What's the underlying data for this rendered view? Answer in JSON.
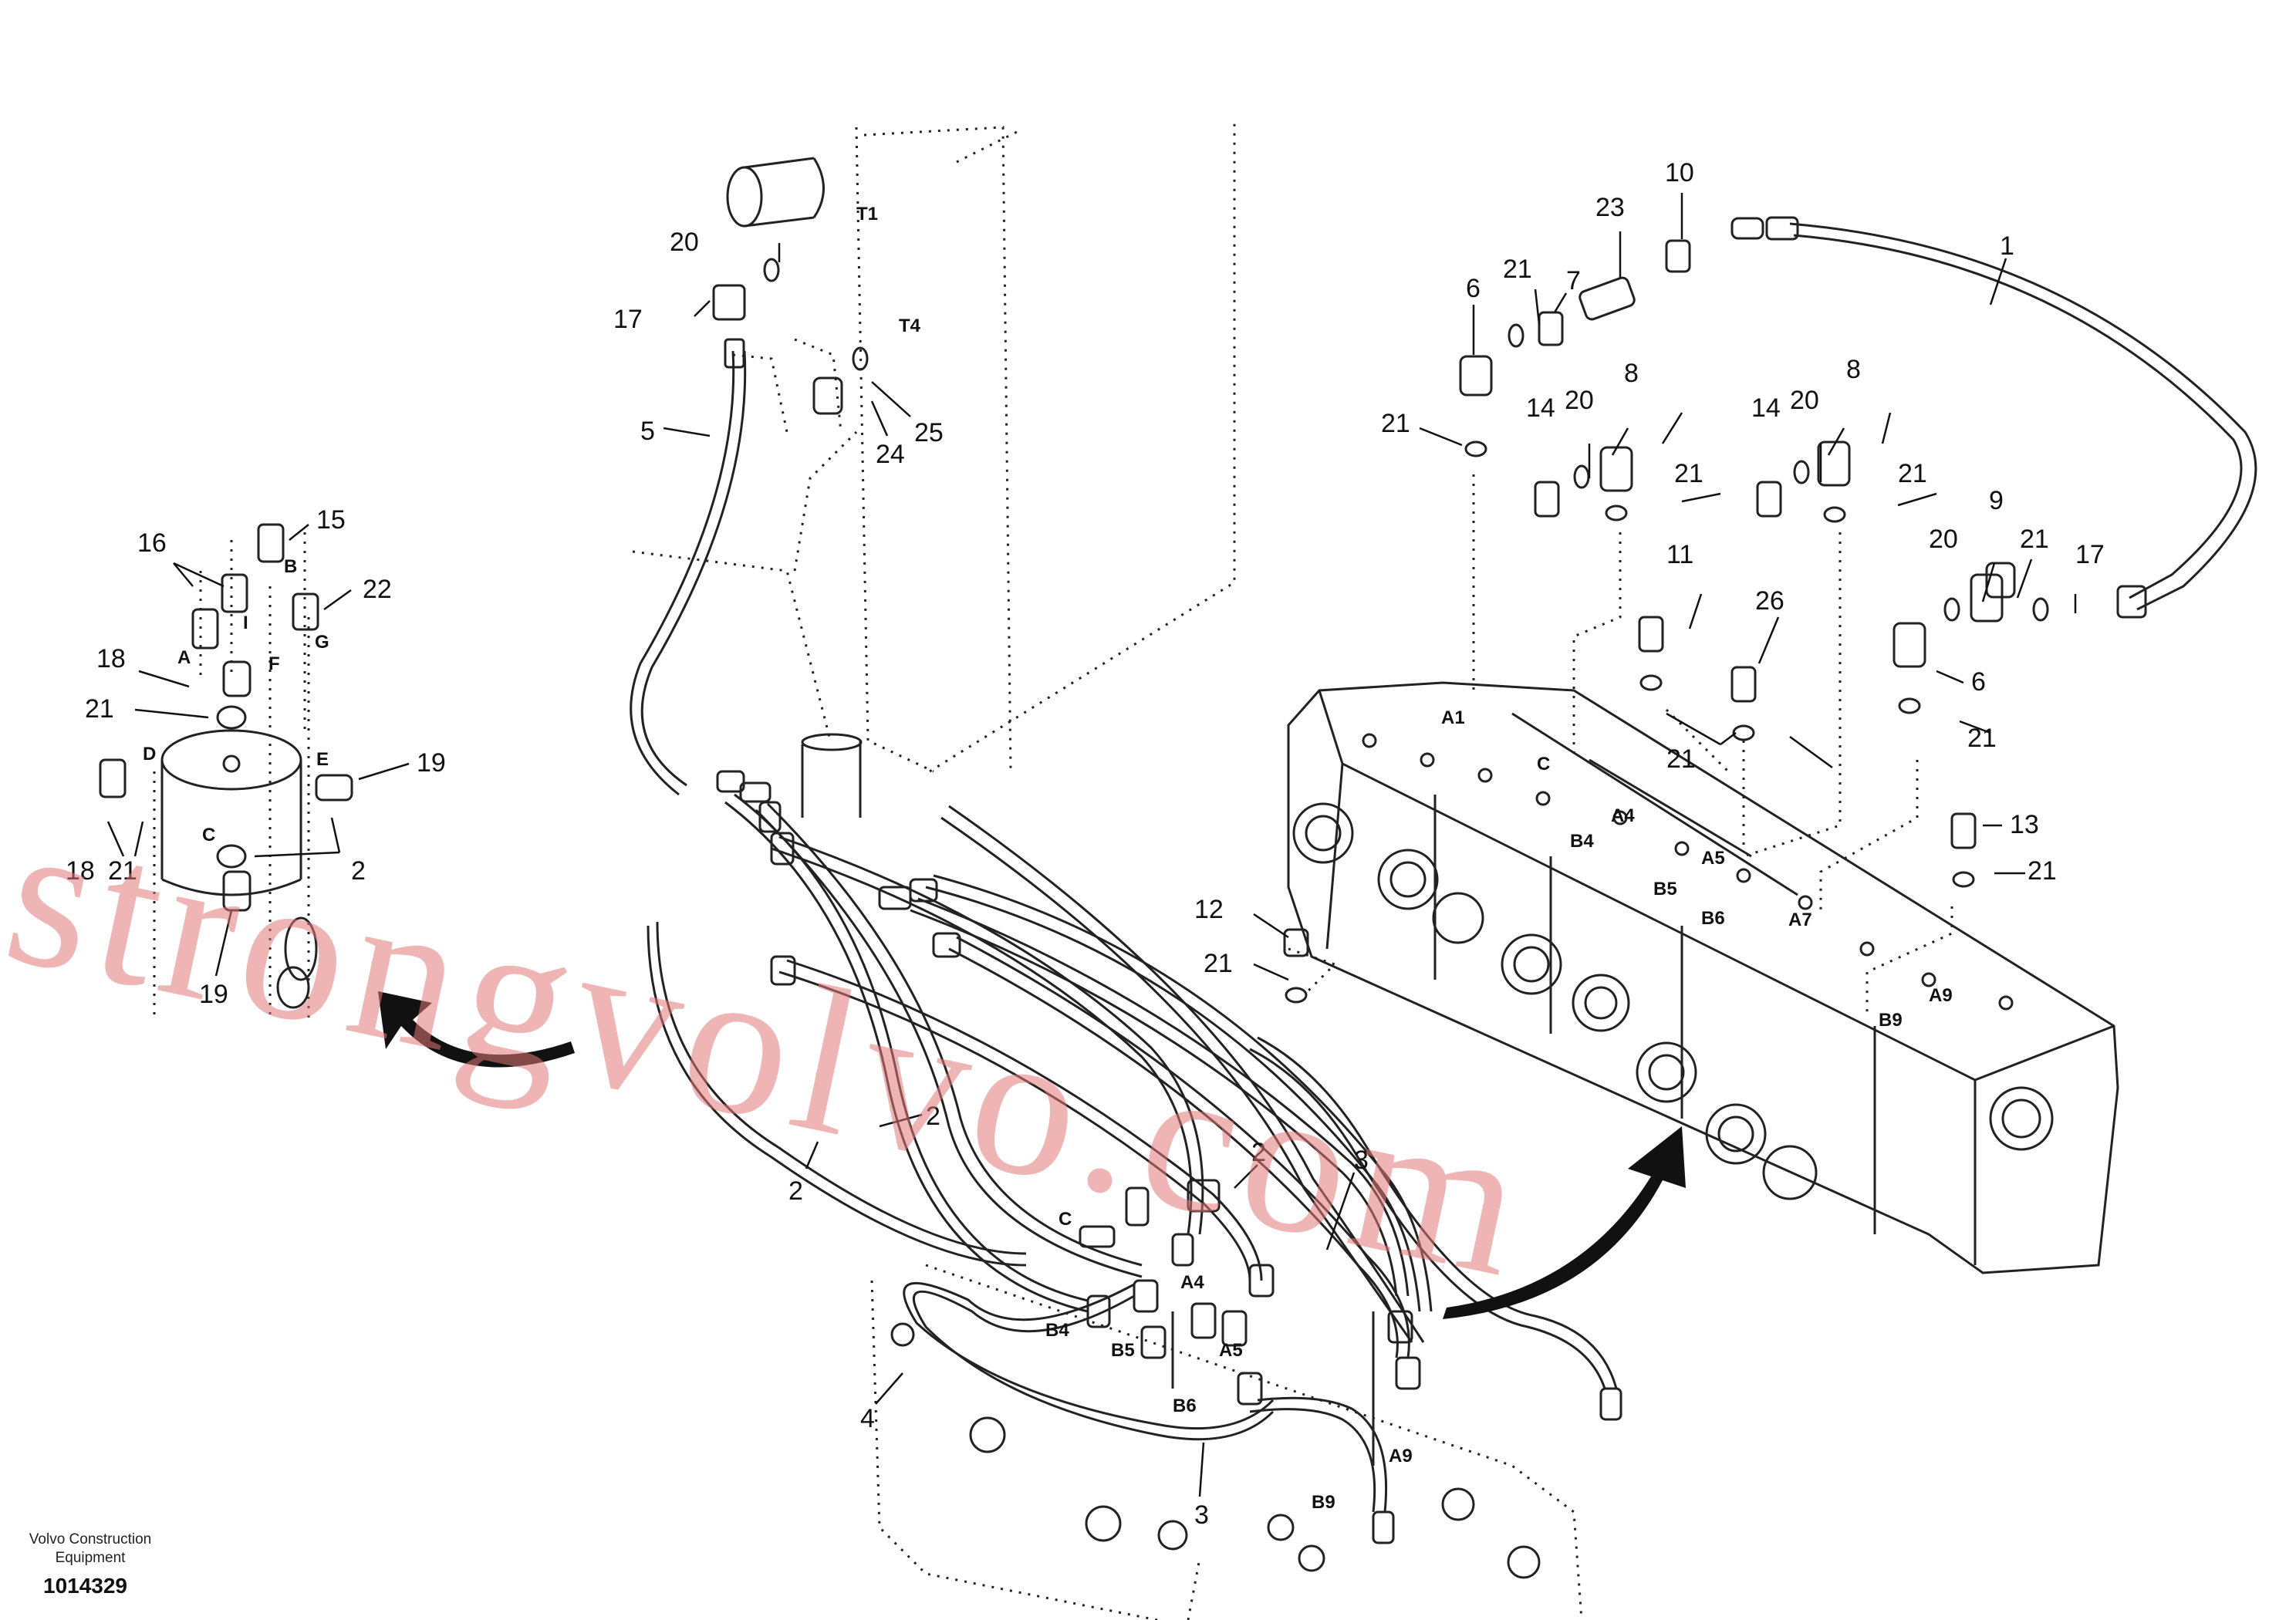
{
  "diagram": {
    "callouts": {
      "c1": "1",
      "c2a": "2",
      "c2b": "2",
      "c2c": "2",
      "c2d": "2",
      "c3a": "3",
      "c3b": "3",
      "c4": "4",
      "c5": "5",
      "c6a": "6",
      "c6b": "6",
      "c7": "7",
      "c8a": "8",
      "c8b": "8",
      "c9": "9",
      "c10": "10",
      "c11": "11",
      "c12": "12",
      "c13": "13",
      "c14a": "14",
      "c14b": "14",
      "c15": "15",
      "c16": "16",
      "c17a": "17",
      "c17b": "17",
      "c18a": "18",
      "c18b": "18",
      "c19a": "19",
      "c19b": "19",
      "c20a": "20",
      "c20b": "20",
      "c20c": "20",
      "c20d": "20",
      "c21a": "21",
      "c21b": "21",
      "c21c": "21",
      "c21d": "21",
      "c21e": "21",
      "c21f": "21",
      "c21g": "21",
      "c21h": "21",
      "c21i": "21",
      "c21j": "21",
      "c21k": "21",
      "c22": "22",
      "c23": "23",
      "c24": "24",
      "c25": "25",
      "c26": "26"
    },
    "ports": {
      "t1": "T1",
      "t4": "T4",
      "a1": "A1",
      "c_main": "C",
      "a4": "A4",
      "b4": "B4",
      "a5": "A5",
      "b5": "B5",
      "b6": "B6",
      "a7": "A7",
      "b9": "B9",
      "a9": "A9",
      "c_low": "C",
      "a4_low": "A4",
      "b4_low": "B4",
      "b5_low": "B5",
      "a5_low": "A5",
      "b6_low": "B6",
      "a9_low": "A9",
      "b9_low": "B9",
      "sw_a": "A",
      "sw_b": "B",
      "sw_i": "I",
      "sw_g": "G",
      "sw_f": "F",
      "sw_d": "D",
      "sw_e": "E",
      "sw_c": "C"
    }
  },
  "footer": {
    "publisher_line1": "Volvo Construction",
    "publisher_line2": "Equipment",
    "part_number": "1014329"
  },
  "watermark": "strongvolvo.com"
}
